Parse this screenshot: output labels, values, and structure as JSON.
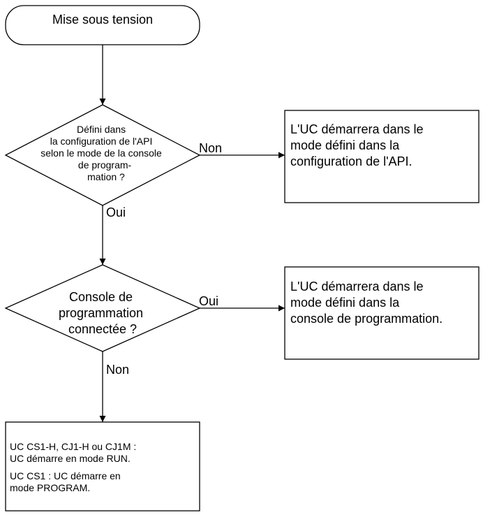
{
  "nodes": {
    "start": {
      "lines": [
        "Mise sous tension"
      ]
    },
    "decision1": {
      "lines": [
        "Défini dans",
        "la configuration de l'API",
        "selon le mode de la console",
        "de program-",
        "mation ?"
      ]
    },
    "result1": {
      "lines": [
        "L'UC démarrera dans le",
        "mode défini dans la",
        "configuration de l'API."
      ]
    },
    "decision2": {
      "lines": [
        "Console de",
        "programmation",
        "connectée ?"
      ]
    },
    "result2": {
      "lines": [
        "L'UC démarrera dans le",
        "mode défini dans la",
        "console de programmation."
      ]
    },
    "result3": {
      "lines": [
        "UC CS1-H, CJ1-H ou CJ1M :",
        "UC démarre en mode RUN.",
        "UC CS1 : UC démarre en",
        "mode PROGRAM."
      ]
    }
  },
  "edges": {
    "d1_no": "Non",
    "d1_yes": "Oui",
    "d2_yes": "Oui",
    "d2_no": "Non"
  }
}
